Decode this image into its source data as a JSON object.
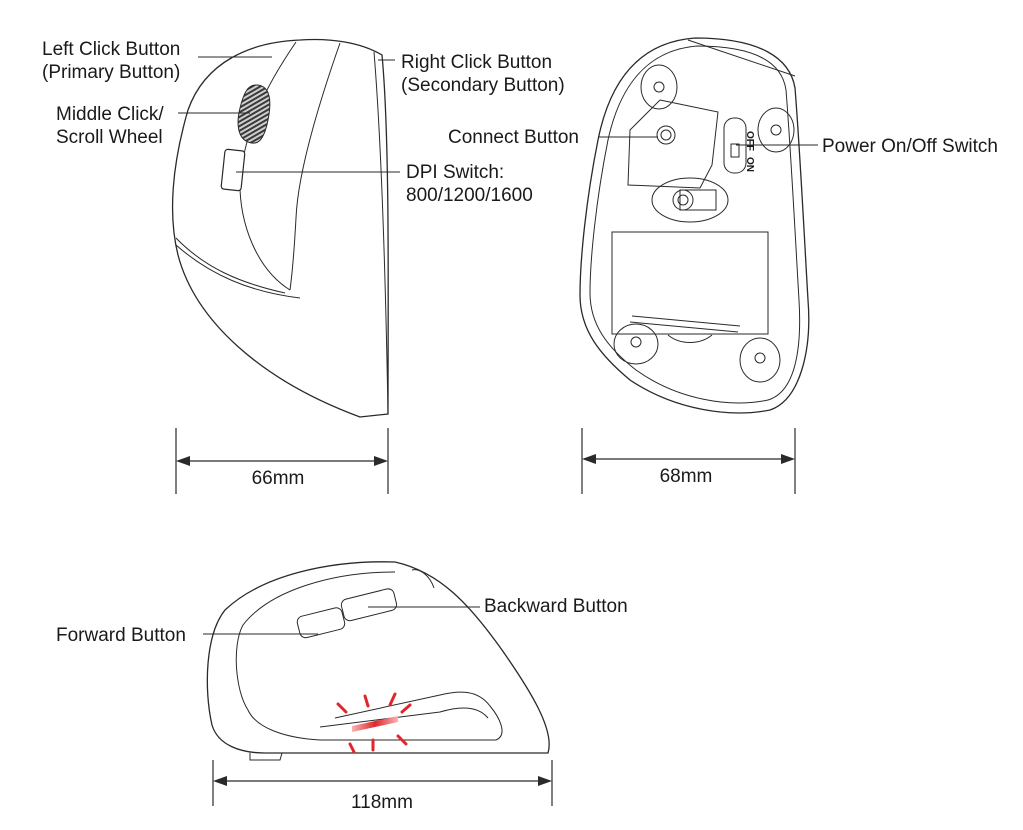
{
  "labels": {
    "left_click_line1": "Left Click Button",
    "left_click_line2": "(Primary Button)",
    "middle_click_line1": "Middle Click/",
    "middle_click_line2": "Scroll Wheel",
    "right_click_line1": "Right Click Button",
    "right_click_line2": "(Secondary Button)",
    "dpi_line1": "DPI Switch:",
    "dpi_line2": "800/1200/1600",
    "connect": "Connect Button",
    "power": "Power On/Off Switch",
    "switch_off": "OFF",
    "switch_on": "ON",
    "forward": "Forward Button",
    "backward": "Backward Button"
  },
  "dimensions": {
    "top_width": "66mm",
    "bottom_width": "68mm",
    "side_length": "118mm"
  },
  "colors": {
    "line": "#2a2a2a",
    "led_red": "#e0262b",
    "shade": "#9a9a9a"
  }
}
